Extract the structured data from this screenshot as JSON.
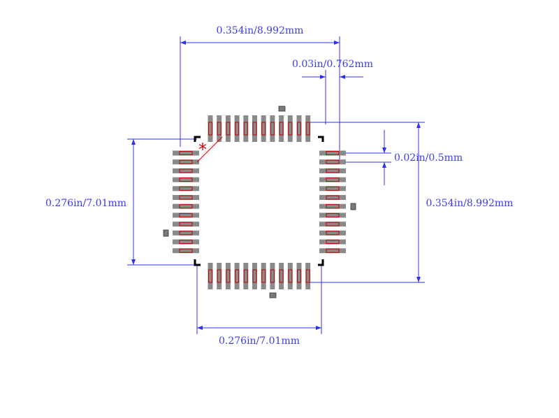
{
  "dimensions": {
    "overall_width": "0.354in/8.992mm",
    "pitch": "0.03in/0.762mm",
    "pad_width": "0.02in/0.5mm",
    "body_height": "0.276in/7.01mm",
    "overall_height": "0.354in/8.992mm",
    "body_width": "0.276in/7.01mm"
  },
  "footprint": {
    "pins_per_side": 12,
    "pin1_marker": "*"
  },
  "colors": {
    "dimension": "#2f2ff0",
    "pad_fill": "#8a8a8a",
    "pad_outline": "#c00000",
    "pin1_marker": "#d00000",
    "silkscreen": "#000000"
  }
}
